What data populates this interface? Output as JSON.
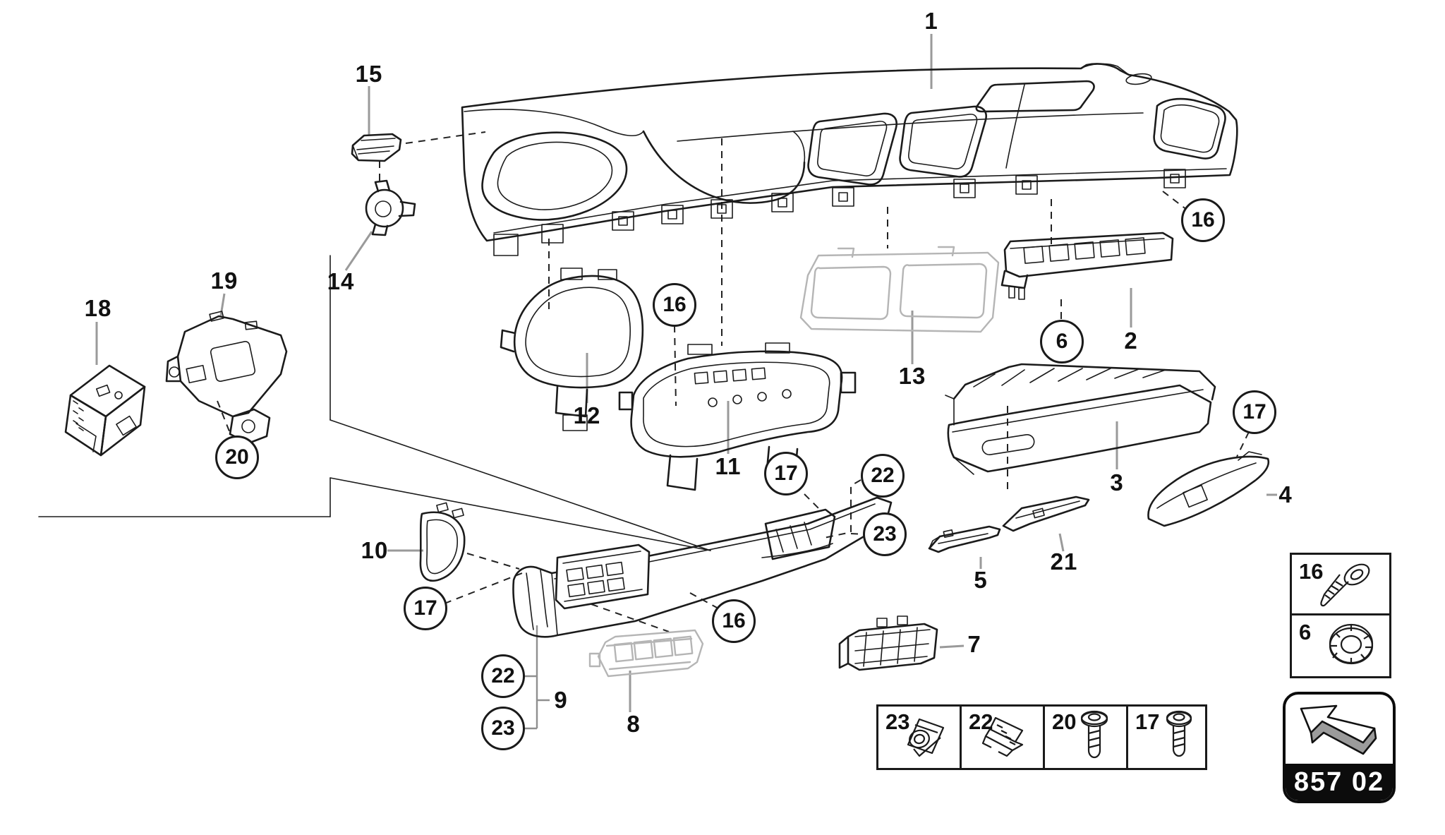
{
  "catalog": {
    "code": "857 02"
  },
  "callouts": {
    "plain": [
      {
        "label": "1"
      },
      {
        "label": "2"
      },
      {
        "label": "3"
      },
      {
        "label": "4"
      },
      {
        "label": "5"
      },
      {
        "label": "7"
      },
      {
        "label": "8"
      },
      {
        "label": "9"
      },
      {
        "label": "10"
      },
      {
        "label": "11"
      },
      {
        "label": "12"
      },
      {
        "label": "13"
      },
      {
        "label": "14"
      },
      {
        "label": "15"
      },
      {
        "label": "18"
      },
      {
        "label": "19"
      },
      {
        "label": "21"
      }
    ],
    "circled": [
      {
        "label": "20"
      },
      {
        "label": "16"
      },
      {
        "label": "17"
      },
      {
        "label": "22"
      },
      {
        "label": "23"
      },
      {
        "label": "6"
      },
      {
        "label": "16"
      },
      {
        "label": "17"
      },
      {
        "label": "17"
      },
      {
        "label": "22"
      },
      {
        "label": "23"
      },
      {
        "label": "16"
      }
    ]
  },
  "hardware_legend": {
    "rows": [
      {
        "label": "16",
        "icon": "screw-icon"
      },
      {
        "label": "6",
        "icon": "retainer-ring-icon"
      }
    ]
  },
  "fastener_table": {
    "cells": [
      {
        "label": "23",
        "icon": "clip-nut-icon"
      },
      {
        "label": "22",
        "icon": "spring-clip-icon"
      },
      {
        "label": "20",
        "icon": "screw-icon"
      },
      {
        "label": "17",
        "icon": "screw-icon"
      }
    ]
  },
  "footer_box": {
    "icon": "direction-arrow-icon",
    "code": "857 02"
  }
}
